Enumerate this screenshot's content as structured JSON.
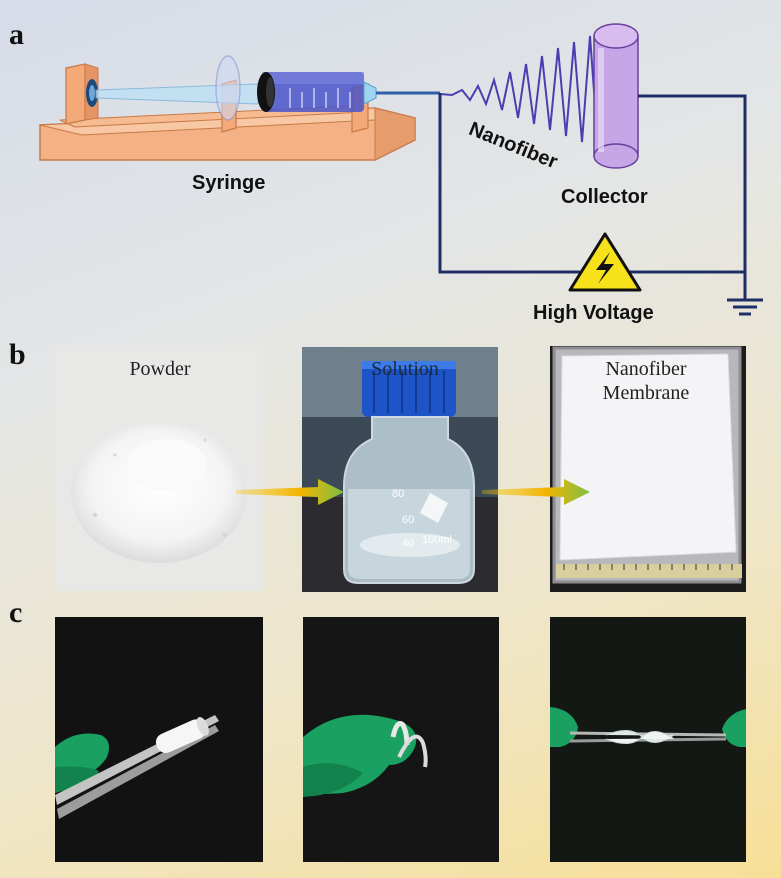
{
  "panels": {
    "a": "a",
    "b": "b",
    "c": "c"
  },
  "diagram": {
    "syringe_label": "Syringe",
    "nanofiber_label": "Nanofiber",
    "collector_label": "Collector",
    "high_voltage_label": "High Voltage"
  },
  "photos_b": {
    "powder_caption": "Powder",
    "solution_caption": "Solution",
    "membrane_caption_line1": "Nanofiber",
    "membrane_caption_line2": "Membrane",
    "bottle_mark_1": "80",
    "bottle_mark_2": "60",
    "bottle_mark_3": "40",
    "bottle_volume": "100ml"
  },
  "colors": {
    "circuit_wire": "#1f2e66",
    "collector": "#c6a6e6",
    "syringe_base": "#f4b185",
    "fiber": "#4a3fb0",
    "warning_yellow": "#f7e11b",
    "glove_green": "#1aa060",
    "arrow_start": "#f5c400",
    "arrow_end": "#7cc043"
  }
}
